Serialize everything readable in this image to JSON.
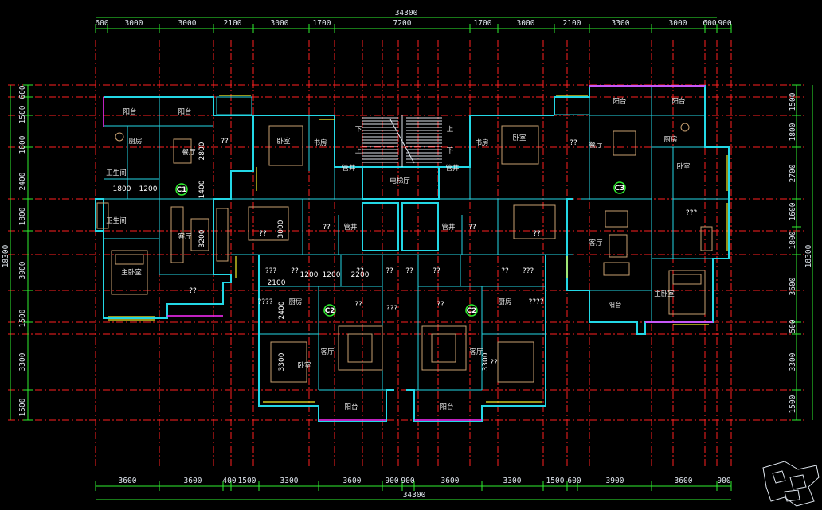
{
  "drawing": {
    "total_top": "34300",
    "total_bottom": "34300",
    "total_left": "18300",
    "total_right": "18300",
    "top_segments": [
      "600",
      "3000",
      "3000",
      "2100",
      "3000",
      "1700",
      "7200",
      "1700",
      "3000",
      "2100",
      "3300",
      "3000",
      "600",
      "900"
    ],
    "bottom_segments": [
      "3600",
      "3600",
      "400",
      "1500",
      "3300",
      "3600",
      "900",
      "900",
      "3600",
      "3300",
      "1500",
      "600",
      "3900",
      "3600",
      "900"
    ],
    "left_segments": [
      "600",
      "1500",
      "1800",
      "2400",
      "1800",
      "3900",
      "1500",
      "3300",
      "1500"
    ],
    "right_segments": [
      "1500",
      "1800",
      "2700",
      "1600",
      "1800",
      "3600",
      "500",
      "3300",
      "1500"
    ],
    "inner_dims": [
      "1800",
      "1200",
      "2800",
      "1400",
      "3200",
      "3000",
      "2100",
      "1200",
      "1200",
      "2200",
      "2400",
      "3300",
      "3300"
    ]
  },
  "units": [
    {
      "label": "C1"
    },
    {
      "label": "C2"
    },
    {
      "label": "C2"
    },
    {
      "label": "C3"
    }
  ],
  "rooms": {
    "balcony": "阳台",
    "living": "客厅",
    "dining": "餐厅",
    "bedroom": "卧室",
    "master_bedroom": "主卧室",
    "bathroom": "卫生间",
    "study": "书房",
    "kitchen": "厨房",
    "elevator_hall": "电梯厅",
    "stair_down": "下",
    "stair_up": "上",
    "shaft": "管井",
    "unknown": "??",
    "unknown3": "???",
    "unknown4": "????"
  },
  "colors": {
    "wall": "#23d8e6",
    "axis": "#ff2020",
    "dimension": "#2ff02f",
    "window": "#f2ef2a",
    "balcony_rail": "#ff2cff",
    "furniture": "#c8a070",
    "text": "#dfe6ee",
    "background": "#000000"
  }
}
